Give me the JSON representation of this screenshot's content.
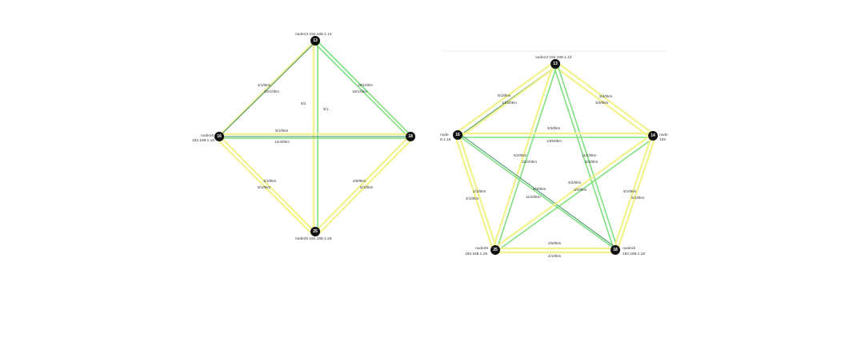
{
  "left_graph": {
    "nodes": [
      {
        "id": "n13",
        "text": "13",
        "label": "node13 192.168.1.13"
      },
      {
        "id": "n16",
        "text": "16",
        "label_top": "node16",
        "label_bottom": "192.168.1.16"
      },
      {
        "id": "n18",
        "text": "18"
      },
      {
        "id": "n25",
        "text": "25",
        "label": "node25 192.168.1.25"
      }
    ],
    "edge_labels": {
      "a_13_16_1": "4/1/0km",
      "a_13_16_2": "10/1/0km",
      "a_13_18_1": "18/1/0km",
      "a_13_18_2": "16/1/0km",
      "a_mid_1": "6/2",
      "a_mid_2": "6/1",
      "a_16_18_1": "9/1/0km",
      "a_16_18_2": "12/4/0km",
      "a_16_25_1": "3/1/0km",
      "a_16_25_2": "6/1/0km",
      "a_25_18_1": "2/6/0km",
      "a_25_18_2": "5/1/0km"
    }
  },
  "right_graph": {
    "nodes": [
      {
        "id": "n13",
        "text": "13",
        "label": "node13 192.168.1.13"
      },
      {
        "id": "n16",
        "text": "16",
        "label_top": "node",
        "label_bottom": "8.1.16"
      },
      {
        "id": "n14",
        "text": "14",
        "label_top": "node",
        "label_bottom": "192"
      },
      {
        "id": "n25",
        "text": "25",
        "label_top": "node25",
        "label_bottom": "192.168.1.25"
      },
      {
        "id": "n18",
        "text": "18",
        "label_top": "node18",
        "label_bottom": "192.168.1.18"
      }
    ],
    "edge_labels": {
      "b_13_16_1": "6/1/0km",
      "b_13_16_2": "14/3/0km",
      "b_13_14_1": "3/4/0km",
      "b_13_14_2": "3/4/0km",
      "b_16_14_1": "9/3/0km",
      "b_16_14_2": "13/5/0km",
      "b_star_1": "6/2/0km",
      "b_star_2": "12/2/0km",
      "b_star_3": "11/4/0km",
      "b_star_4": "6/3/0km",
      "b_star_5": "6/3/0km",
      "b_star_6": "11/3/0km",
      "b_star_7": "6/2/0km",
      "b_star_8": "2/2/0km",
      "b_16_25_1": "2/1/0km",
      "b_16_25_2": "4/1/0km",
      "b_14_18_1": "5/1/0km",
      "b_14_18_2": "5/1/0km",
      "b_25_18_1": "2/6/0km",
      "b_25_18_2": "4/1/0km"
    }
  }
}
